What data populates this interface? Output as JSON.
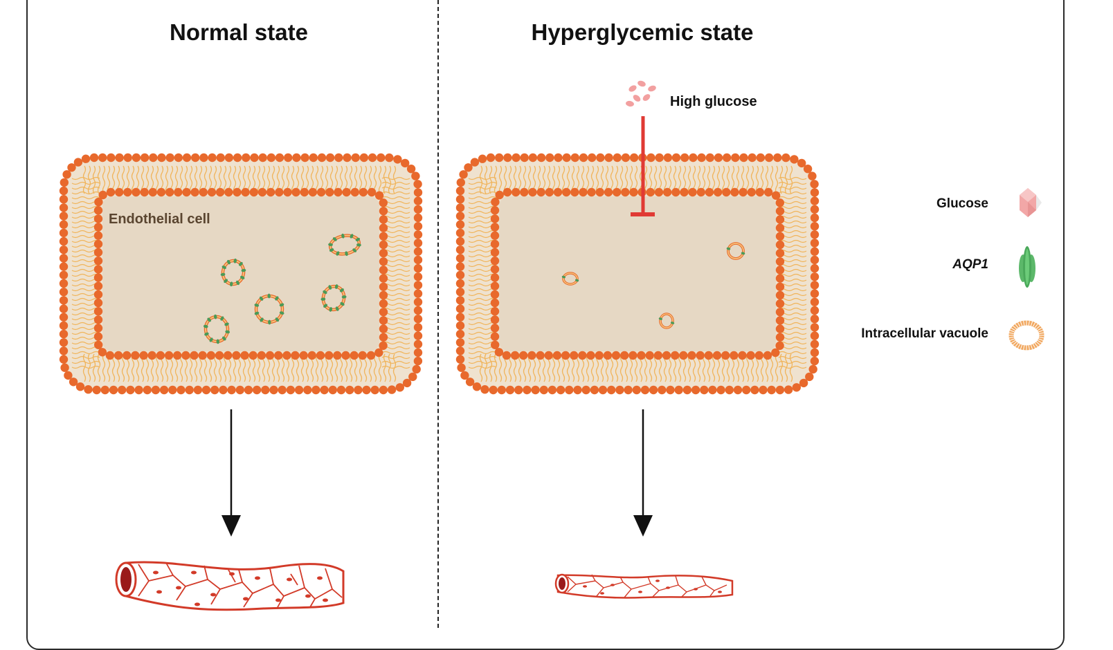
{
  "panels": {
    "normal": {
      "title": "Normal state",
      "cell_label": "Endothelial cell"
    },
    "hyperglycemic": {
      "title": "Hyperglycemic state",
      "stimulus_label": "High glucose"
    }
  },
  "legend": {
    "glucose": {
      "label": "Glucose",
      "icon": "glucose-crystal-icon"
    },
    "aqp1": {
      "label": "AQP1",
      "icon": "aqp1-channel-icon"
    },
    "vacuole": {
      "label": "Intracellular vacuole",
      "icon": "vacuole-ring-icon"
    }
  },
  "colors": {
    "lipid_head": "#e8692c",
    "lipid_tail": "#f0b45a",
    "cytoplasm": "#e6d8c4",
    "aqp1": "#5cb86a",
    "inhibition": "#e03a34",
    "vessel": "#d23a28",
    "vessel_fill": "#fbe7e2",
    "glucose": "#f2a0a0"
  }
}
